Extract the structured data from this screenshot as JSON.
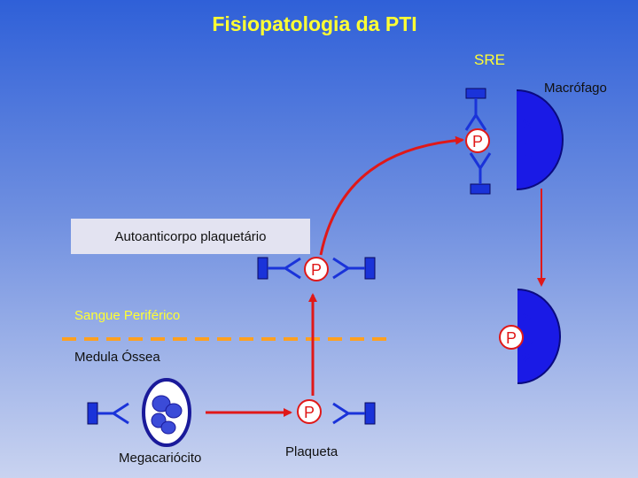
{
  "title": "Fisiopatologia da PTI",
  "labels": {
    "sre": "SRE",
    "macrophage": "Macrófago",
    "autoantibody": "Autoanticorpo plaquetário",
    "peripheral_blood": "Sangue Periférico",
    "bone_marrow": "Medula Óssea",
    "megakaryocyte": "Megacariócito",
    "platelet": "Plaqueta",
    "platelet_symbol": "P"
  },
  "colors": {
    "title_text": "#ffff33",
    "antibody_blue": "#1a33d9",
    "platelet_fill": "#ffffff",
    "platelet_border": "#e01818",
    "red_arrow": "#e01818",
    "dashed_line": "#ffa020"
  },
  "icons": [
    "antibody-icon",
    "macrophage-icon",
    "megakaryocyte-icon",
    "platelet-icon",
    "red-arrow-icon",
    "dashed-boundary-line"
  ]
}
